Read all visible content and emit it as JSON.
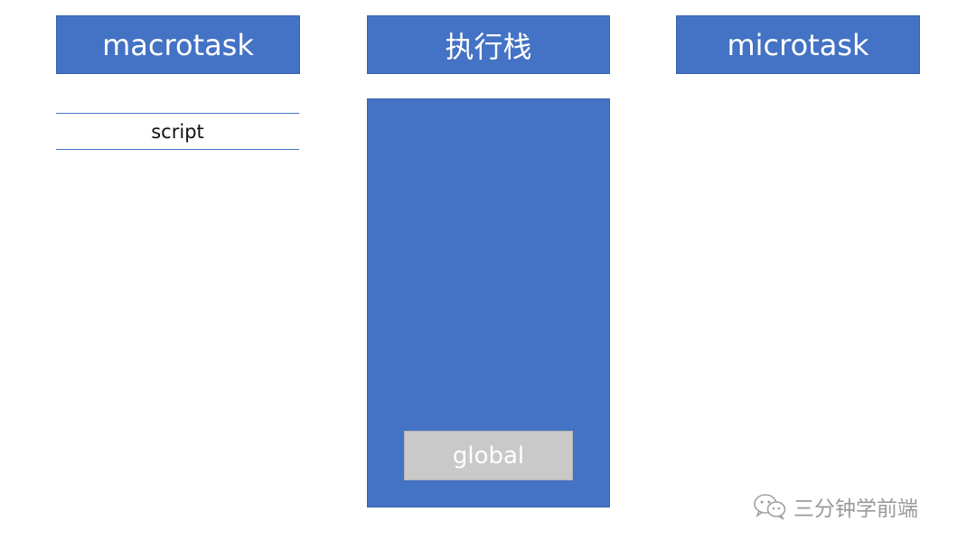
{
  "headers": {
    "macrotask": "macrotask",
    "stack": "执行栈",
    "microtask": "microtask"
  },
  "macrotask_queue": {
    "items": [
      {
        "label": "script"
      }
    ]
  },
  "call_stack": {
    "frames": [
      {
        "label": "global"
      }
    ]
  },
  "watermark": {
    "text": "三分钟学前端",
    "icon": "wechat-icon"
  },
  "colors": {
    "accent": "#4472c4",
    "frame": "#c9c9c9",
    "watermark": "#9a9a9a"
  }
}
